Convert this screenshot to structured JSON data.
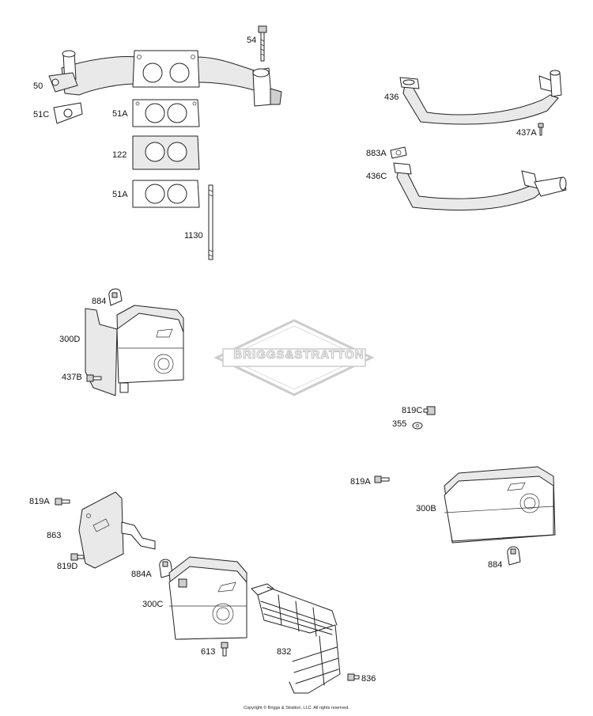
{
  "diagram": {
    "watermark": "BRIGGS&STRATTON",
    "copyright": "Copyright © Briggs & Stratton, LLC. All rights reserved.",
    "labels": {
      "p50": "50",
      "p51c": "51C",
      "p54": "54",
      "p51a_top": "51A",
      "p122": "122",
      "p51a_bottom": "51A",
      "p1130": "1130",
      "p436": "436",
      "p437a": "437A",
      "p883a": "883A",
      "p436c": "436C",
      "p884_top": "884",
      "p300d": "300D",
      "p437b": "437B",
      "p819c": "819C",
      "p355": "355",
      "p819a_right": "819A",
      "p300b": "300B",
      "p884_right": "884",
      "p819a_left": "819A",
      "p863": "863",
      "p819d": "819D",
      "p884a": "884A",
      "p300c": "300C",
      "p613": "613",
      "p832": "832",
      "p836": "836"
    }
  }
}
